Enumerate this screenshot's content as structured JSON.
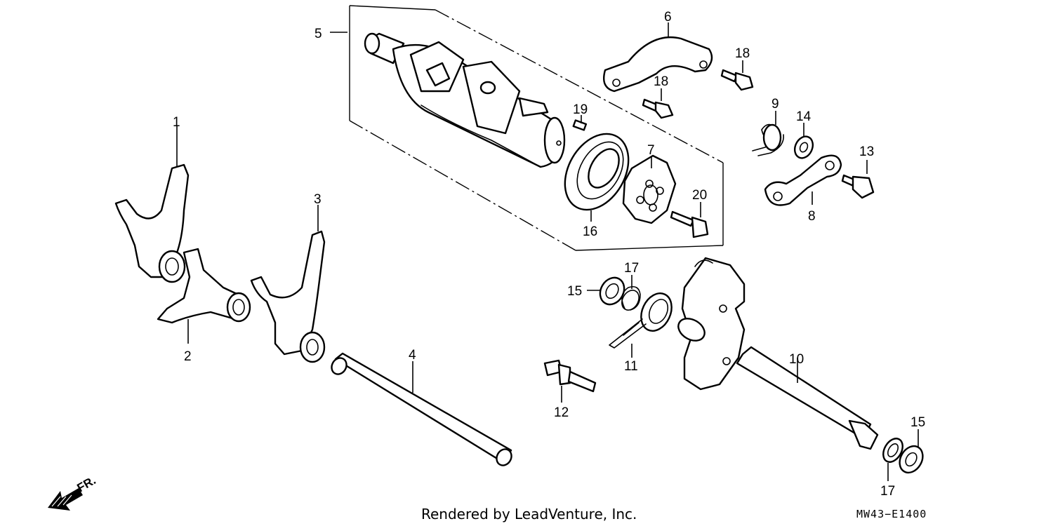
{
  "callouts": {
    "c1": "1",
    "c2": "2",
    "c3": "3",
    "c4": "4",
    "c5": "5",
    "c6": "6",
    "c7": "7",
    "c8": "8",
    "c9": "9",
    "c10": "10",
    "c11": "11",
    "c12": "12",
    "c13": "13",
    "c14": "14",
    "c15a": "15",
    "c15b": "15",
    "c16": "16",
    "c17a": "17",
    "c17b": "17",
    "c18a": "18",
    "c18b": "18",
    "c19": "19",
    "c20": "20"
  },
  "footer": {
    "credit": "Rendered by LeadVenture, Inc.",
    "diagram_code": "MW43−E1400"
  },
  "orientation": {
    "label": "FR.",
    "icon": "front-arrow-icon"
  },
  "colors": {
    "line": "#000000",
    "background": "#ffffff"
  }
}
